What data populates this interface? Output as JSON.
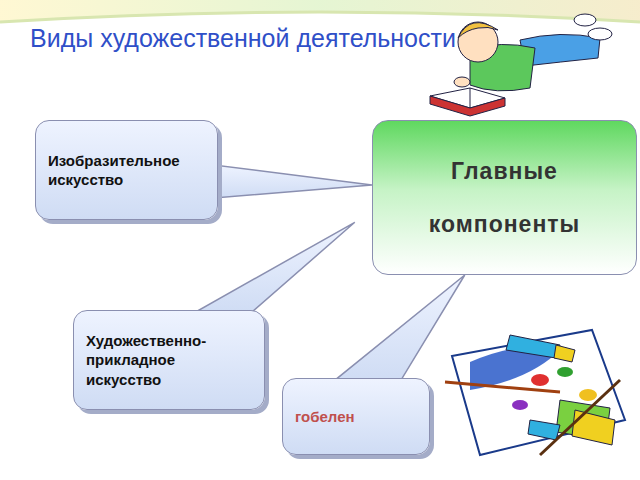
{
  "diagram": {
    "title": "Виды художественной деятельности",
    "nodes": [
      {
        "text": [
          "Главные компоненты"
        ]
      },
      {
        "text": [
          "Изобразительное искусство"
        ]
      },
      {
        "text": [
          "Художественно-прикладное искусство"
        ]
      },
      {
        "text": [
          "гобелен"
        ]
      }
    ],
    "edges": [
      {
        "from": 0,
        "to": 1,
        "arrow": "none"
      },
      {
        "from": 0,
        "to": 2,
        "arrow": "none"
      },
      {
        "from": 0,
        "to": 3,
        "arrow": "none"
      }
    ]
  }
}
